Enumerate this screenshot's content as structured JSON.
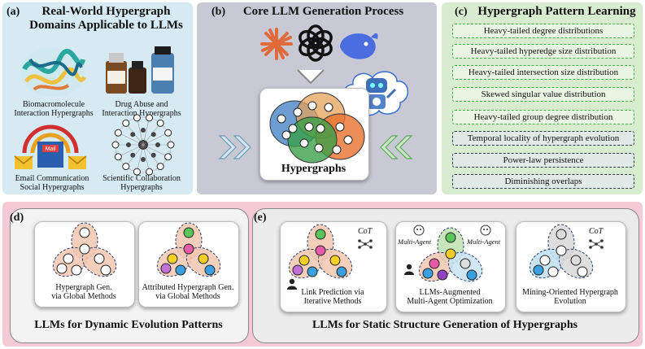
{
  "panel_a": {
    "label": "(a)",
    "title_line1": "Real-World Hypergraph",
    "title_line2": "Domains Applicable to LLMs",
    "items": [
      {
        "line1": "Biomacromolecule",
        "line2": "Interaction Hypergraphs"
      },
      {
        "line1": "Drug Abuse and",
        "line2": "Interaction Hypergraphs"
      },
      {
        "line1": "Email Communication",
        "line2": "Social Hypergraphs"
      },
      {
        "line1": "Scientific Collaboration",
        "line2": "Hypergraphs"
      }
    ],
    "email_badge": "Mail"
  },
  "panel_b": {
    "label": "(b)",
    "title": "Core LLM Generation Process",
    "center_label": "Hypergraphs"
  },
  "panel_c": {
    "label": "(c)",
    "title": "Hypergraph Pattern Learning",
    "patterns": [
      "Heavy-tailed degree distributions",
      "Heavy-tailed hyperedge size distribution",
      "Heavy-tailed intersection size distribution",
      "Skewed singular value distribution",
      "Heavy-tailed group degree distribution",
      "Temporal locality of hypergraph evolution",
      "Power-law persistence",
      "Diminishing overlaps"
    ]
  },
  "panel_d": {
    "label": "(d)",
    "cards": [
      {
        "line1": "Hypergraph Gen.",
        "line2": "via Global Methods"
      },
      {
        "line1": "Attributed Hypergraph Gen.",
        "line2": "via Global Methods"
      }
    ],
    "footer": "LLMs for Dynamic Evolution Patterns"
  },
  "panel_e": {
    "label": "(e)",
    "cards": [
      {
        "line1": "Link Prediction via",
        "line2": "Iterative Methods"
      },
      {
        "line1": "LLMs-Augmented",
        "line2": "Multi-Agent Optimization"
      },
      {
        "line1": "Mining-Oriented Hypergraph",
        "line2": "Evolution"
      }
    ],
    "cot": "CoT",
    "multi_agent": "Multi-Agent",
    "footer": "LLMs for Static Structure Generation of Hypergraphs"
  }
}
